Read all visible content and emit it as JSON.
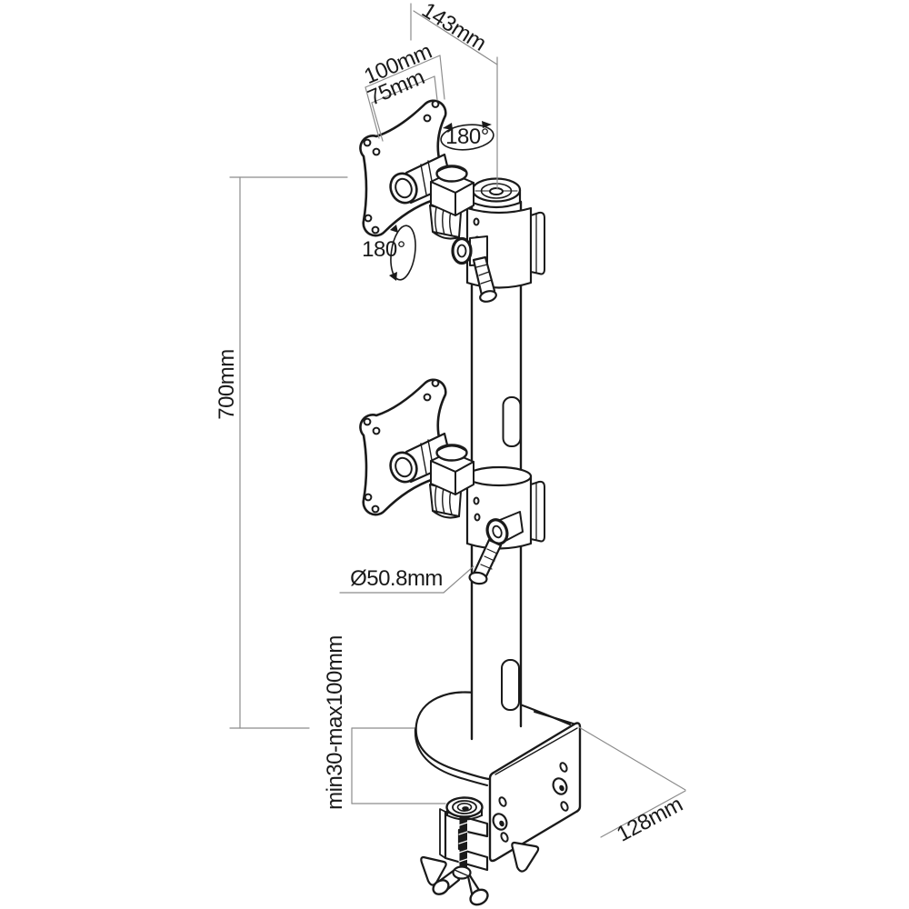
{
  "diagram": {
    "type": "technical-line-drawing",
    "subject": "dual-monitor desk mount pole with C-clamp",
    "colors": {
      "background": "#ffffff",
      "line": "#1a1a1a",
      "dimension": "#8c8c8c"
    },
    "labels": {
      "top_offset": "143mm",
      "vesa_outer": "100mm",
      "vesa_inner": "75mm",
      "swivel_top": "180°",
      "swivel_side": "180°",
      "pole_height": "700mm",
      "pole_diameter": "Ø50.8mm",
      "clamp_range": "min30-max100mm",
      "base_depth": "128mm"
    }
  }
}
